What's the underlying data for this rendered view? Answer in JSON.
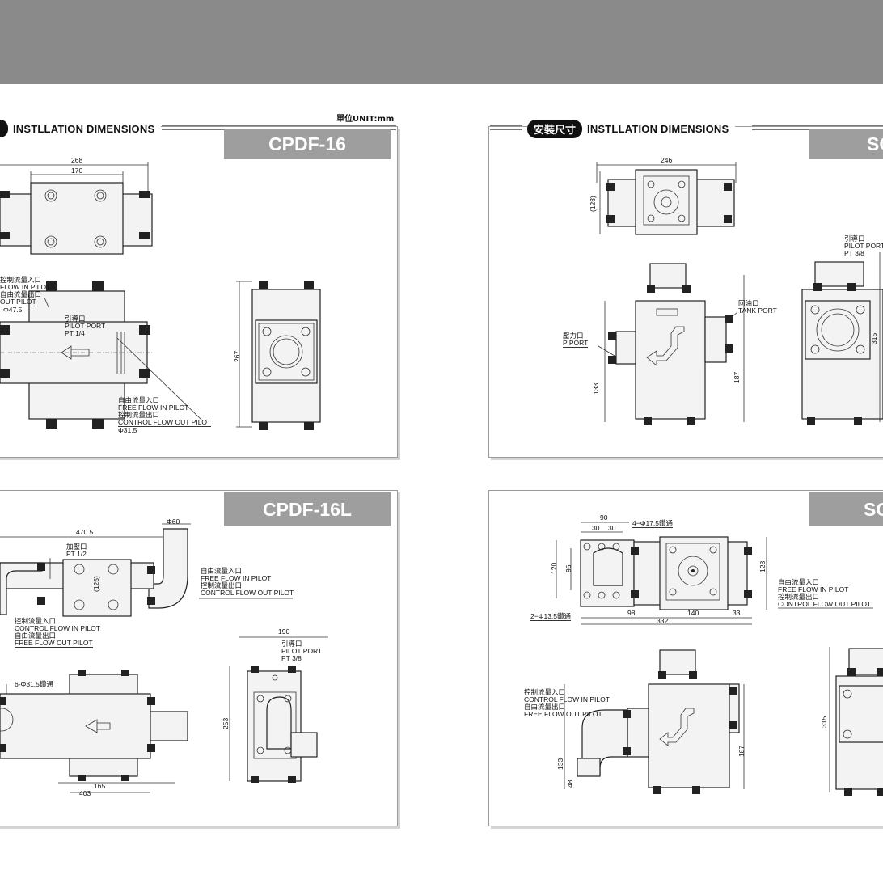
{
  "top_bar_color": "#8a8a8a",
  "panels": {
    "top_left": {
      "heading": "INSTLLATION DIMENSIONS",
      "unit": "單位UNIT:mm",
      "model": "CPDF-16",
      "dims": {
        "w268": "268",
        "w170": "170",
        "h267": "267",
        "phi475": "Φ47.5",
        "phi315": "Φ31.5"
      },
      "callouts": {
        "control_in": [
          "控制流量入口",
          "FLOW IN PILOT",
          "自由流量出口",
          "OUT PILOT"
        ],
        "pilot_port": [
          "引導口",
          "PILOT PORT",
          "PT 1/4"
        ],
        "free_in": [
          "自由流量入口",
          "FREE FLOW IN PILOT",
          "控制流量出口",
          "CONTROL FLOW OUT PILOT"
        ]
      }
    },
    "top_right": {
      "pill": "安裝尺寸",
      "heading": "INSTLLATION DIMENSIONS",
      "model": "SG",
      "dims": {
        "w246": "246",
        "h128": "(128)",
        "h133": "133",
        "h187": "187",
        "h315": "315"
      },
      "callouts": {
        "pilot_port": [
          "引導口",
          "PILOT PORT",
          "PT 3/8"
        ],
        "tank_port": [
          "回油口",
          "TANK PORT"
        ],
        "p_port": [
          "壓力口",
          "P  PORT"
        ]
      }
    },
    "bottom_left": {
      "model": "CPDF-16L",
      "dims": {
        "w4705": "470.5",
        "phi60": "Φ60",
        "h125": "(125)",
        "w190": "190",
        "h253": "253",
        "w165": "165",
        "w403": "403",
        "holes": "6-Φ31.5鑽通"
      },
      "callouts": {
        "boost": [
          "加壓口",
          "PT 1/2"
        ],
        "free_in": [
          "自由流量入口",
          "FREE FLOW IN PILOT",
          "控制流量出口",
          "CONTROL FLOW OUT PILOT"
        ],
        "control_in": [
          "控制流量入口",
          "CONTROL FLOW IN PILOT",
          "自由流量出口",
          "FREE FLOW OUT PILOT"
        ],
        "pilot_port": [
          "引導口",
          "PILOT PORT",
          "PT 3/8"
        ]
      }
    },
    "bottom_right": {
      "model": "SG",
      "dims": {
        "w90": "90",
        "w30a": "30",
        "w30b": "30",
        "holes4": "4−Φ17.5鑽通",
        "h120": "120",
        "h95": "95",
        "h128": "128",
        "holes2": "2−Φ13.5鑽通",
        "w98": "98",
        "w140": "140",
        "w33": "33",
        "w332": "332",
        "h133": "133",
        "h48": "48",
        "h187": "187",
        "h315": "315"
      },
      "callouts": {
        "free_in": [
          "自由流量入口",
          "FREE FLOW IN PILOT",
          "控制流量出口",
          "CONTROL FLOW OUT PILOT"
        ],
        "control_in": [
          "控制流量入口",
          "CONTROL FLOW IN PILOT",
          "自由流量出口",
          "FREE FLOW OUT PILOT"
        ]
      }
    }
  }
}
